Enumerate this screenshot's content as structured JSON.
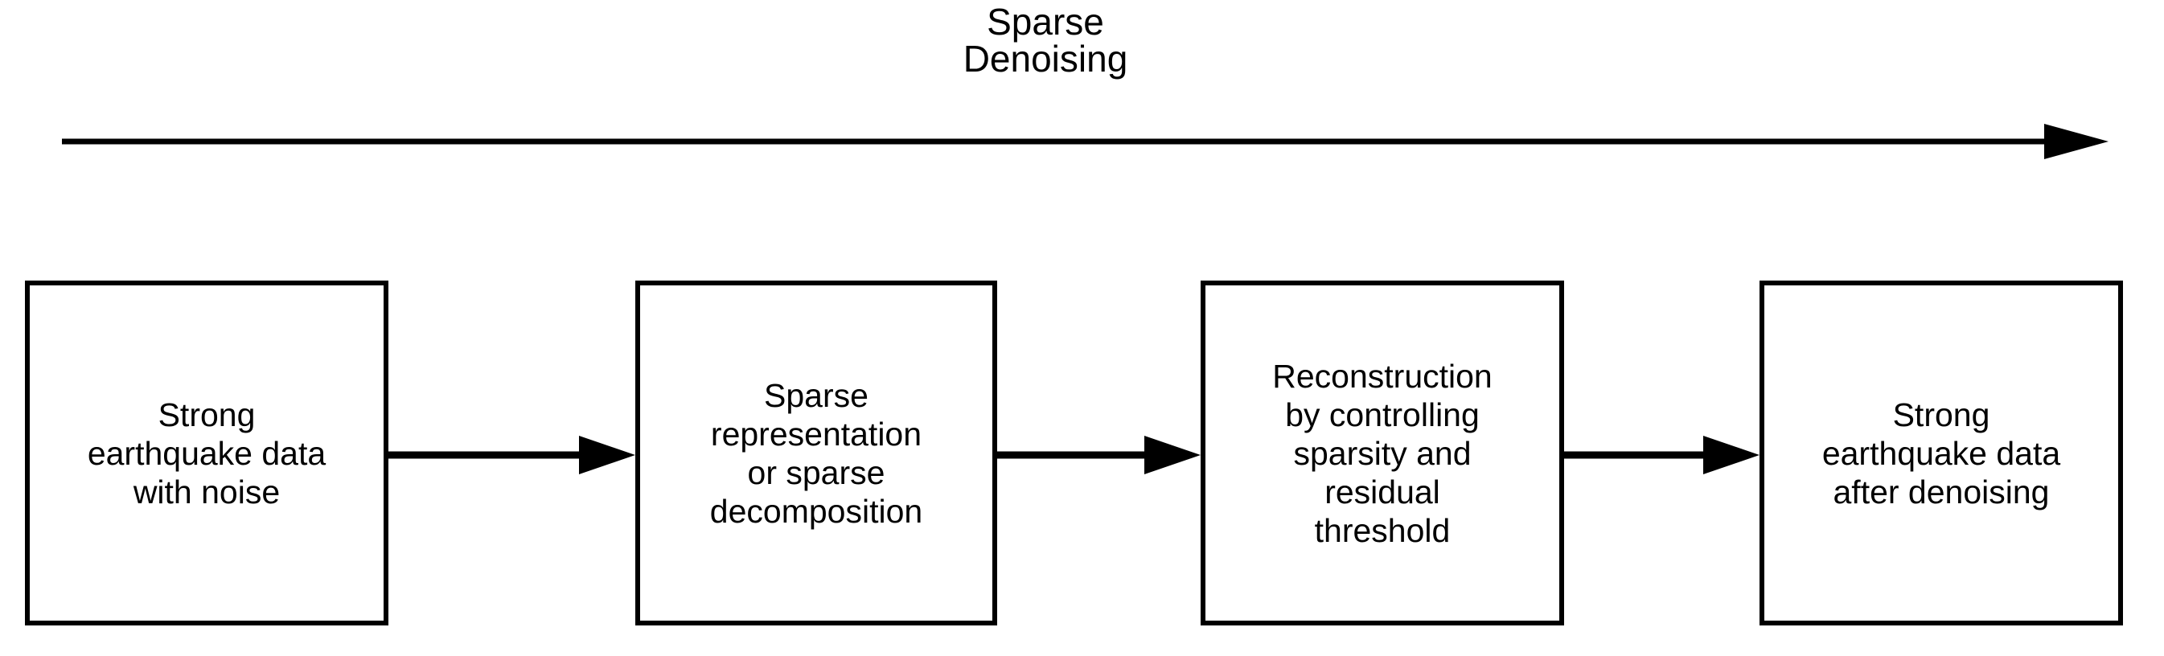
{
  "figure": {
    "heading": "Sparse\nDenoising",
    "heading_line1": "Sparse",
    "heading_line2": "Denoising",
    "stroke_color": "#000000",
    "background_color": "#ffffff"
  },
  "process_arrow": {
    "name": "sparse-denoising-direction-arrow",
    "direction": "left-to-right",
    "label": "Sparse Denoising"
  },
  "boxes": [
    {
      "id": "box-1",
      "index": 1,
      "label": "Strong\nearthquake data\nwith noise"
    },
    {
      "id": "box-2",
      "index": 2,
      "label": "Sparse\nrepresentation\nor sparse\ndecomposition"
    },
    {
      "id": "box-3",
      "index": 3,
      "label": "Reconstruction\nby controlling\nsparsity and\nresidual\nthreshold"
    },
    {
      "id": "box-4",
      "index": 4,
      "label": "Strong\nearthquake data\nafter denoising"
    }
  ],
  "connectors": [
    {
      "id": "connector-1",
      "from": "box-1",
      "to": "box-2",
      "style": "solid-arrow"
    },
    {
      "id": "connector-2",
      "from": "box-2",
      "to": "box-3",
      "style": "solid-arrow"
    },
    {
      "id": "connector-3",
      "from": "box-3",
      "to": "box-4",
      "style": "solid-arrow"
    }
  ]
}
